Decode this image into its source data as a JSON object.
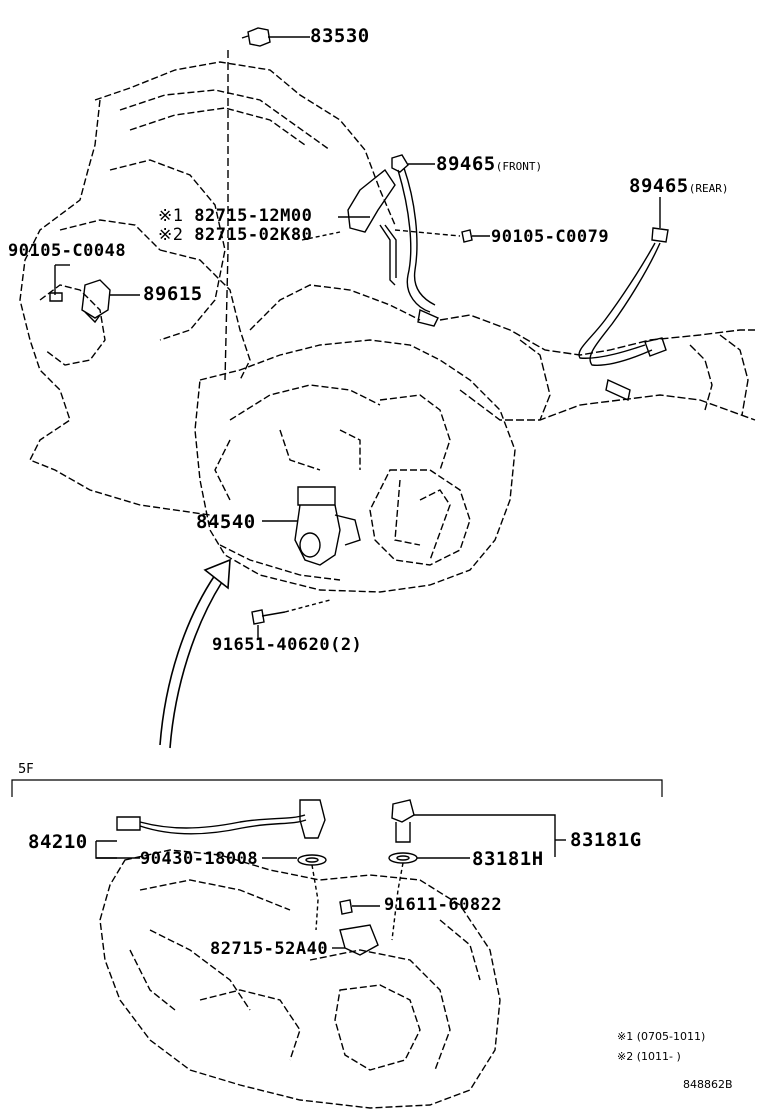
{
  "labels": {
    "p83530": "83530",
    "p89465_front": "89465",
    "p89465_front_note": "(FRONT)",
    "p89465_rear": "89465",
    "p89465_rear_note": "(REAR)",
    "p82715_12m00": "82715-12M00",
    "p82715_02k80": "82715-02K80",
    "mark1": "※1",
    "mark2": "※2",
    "p90105_c0048": "90105-C0048",
    "p90105_c0079": "90105-C0079",
    "p89615": "89615",
    "p84540": "84540",
    "p91651_40620": "91651-40620(2)",
    "section_5f": "5F",
    "p84210": "84210",
    "p90430_18008": "90430-18008",
    "p83181g": "83181G",
    "p83181h": "83181H",
    "p91611_60822": "91611-60822",
    "p82715_52a40": "82715-52A40"
  },
  "notes": {
    "note1": "※1 (0705-1011)",
    "note2": "※2 (1011-      )"
  },
  "diagram_id": "848862B"
}
